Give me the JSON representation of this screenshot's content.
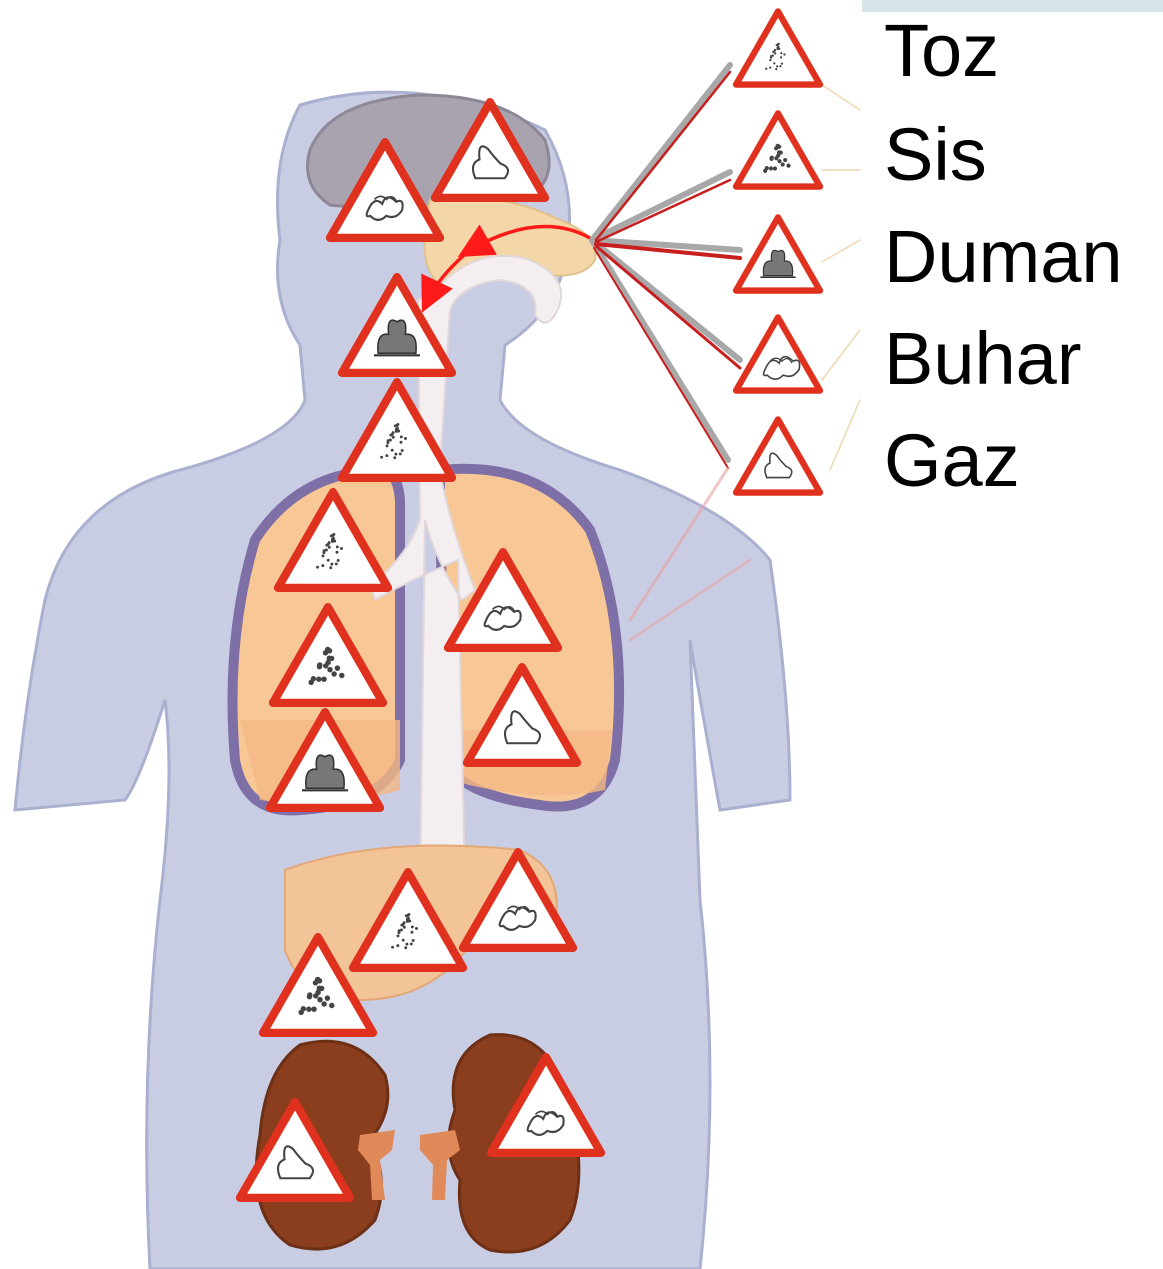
{
  "legend": {
    "items": [
      {
        "key": "toz",
        "label": "Toz",
        "icon": "dust-warning-icon"
      },
      {
        "key": "sis",
        "label": "Sis",
        "icon": "mist-warning-icon"
      },
      {
        "key": "duman",
        "label": "Duman",
        "icon": "smoke-warning-icon"
      },
      {
        "key": "buhar",
        "label": "Buhar",
        "icon": "vapor-warning-icon"
      },
      {
        "key": "gaz",
        "label": "Gaz",
        "icon": "gas-warning-icon"
      }
    ]
  },
  "organ_markers": {
    "brain": [
      "buhar",
      "gaz"
    ],
    "throat": [
      "duman"
    ],
    "trachea": [
      "toz"
    ],
    "left_lung": [
      "toz",
      "sis",
      "duman"
    ],
    "right_lung": [
      "buhar",
      "gaz"
    ],
    "liver": [
      "toz",
      "sis"
    ],
    "stomach": [
      "buhar"
    ],
    "left_kidney": [
      "gaz"
    ],
    "right_kidney": [
      "buhar"
    ]
  },
  "colors": {
    "body": "#c9cde3",
    "body_outline": "#9aa0c4",
    "brain": "#a9a3b0",
    "lung": "#f7c896",
    "kidney": "#8a3e1e",
    "liver": "#f3c497",
    "airway": "#f4eef0",
    "warning_border": "#e0301e",
    "arrow": "#ff1a1a",
    "connector_gray": "#a8a8a8",
    "connector_red": "#c81e1e"
  }
}
